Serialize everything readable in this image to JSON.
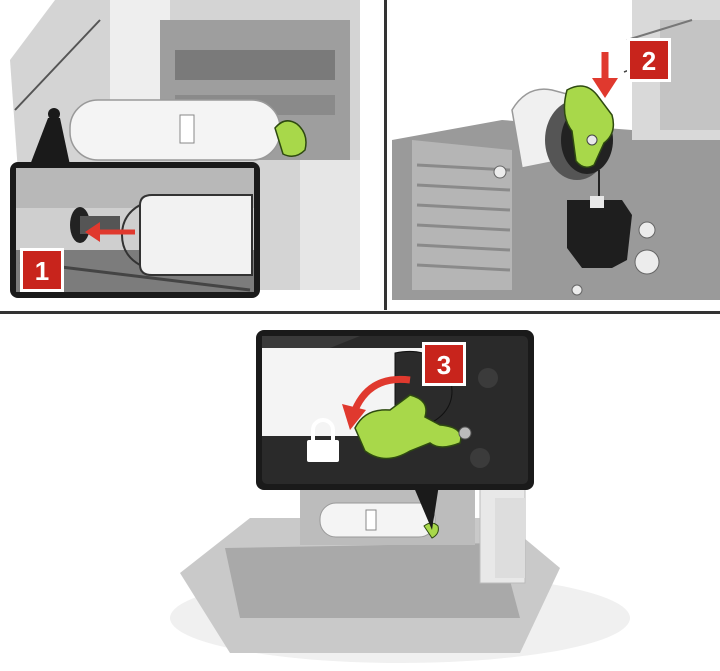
{
  "steps": [
    {
      "number": "1"
    },
    {
      "number": "2"
    },
    {
      "number": "3"
    }
  ],
  "colors": {
    "badge_red": "#c8241c",
    "arrow_red": "#e0392e",
    "accent_green": "#a8d84a",
    "printer_gray": "#bdbdbd",
    "dark_part": "#1e1e1e",
    "roller_white": "#f4f4f4"
  },
  "icons": [
    "lock-icon",
    "insert-arrow-icon",
    "down-arrow-icon",
    "rotate-arrow-icon"
  ]
}
